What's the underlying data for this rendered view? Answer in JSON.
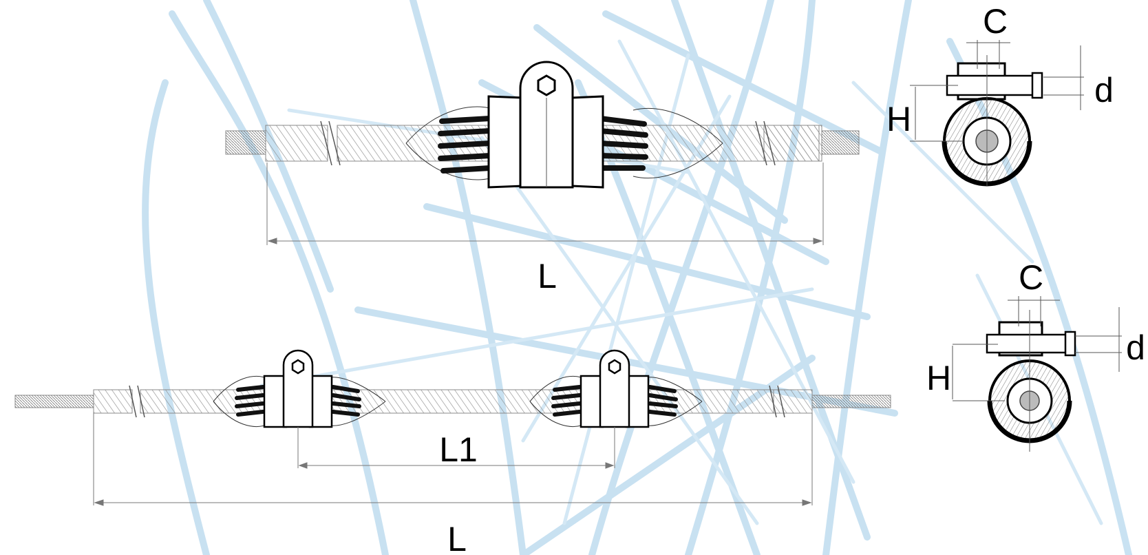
{
  "colors": {
    "background": "#ffffff",
    "tower_lines": "#c6e0f1",
    "line_art": "#000000",
    "hatch": "#9a9a9a",
    "rod": "#b8b8b8",
    "dimension": "#555555"
  },
  "top_assembly": {
    "length_label": "L"
  },
  "top_section": {
    "width_label": "C",
    "height_label": "H",
    "bolt_label": "d"
  },
  "bottom_assembly": {
    "spacing_label": "L1",
    "length_label": "L"
  },
  "bottom_section": {
    "width_label": "C",
    "height_label": "H",
    "bolt_label": "d"
  }
}
